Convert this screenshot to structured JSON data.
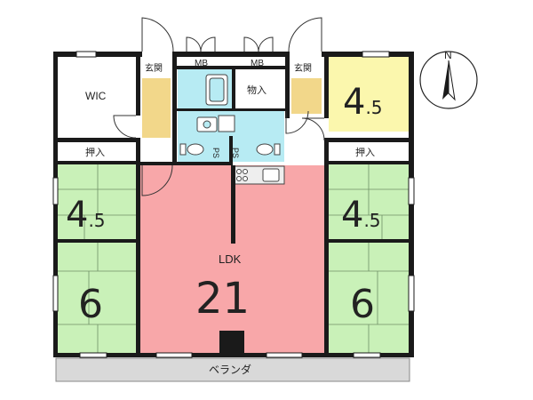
{
  "rooms": {
    "wic": "WIC",
    "genkan_left": "玄関",
    "genkan_right": "玄関",
    "mb_left": "MB",
    "mb_right": "MB",
    "monoire": "物入",
    "oshiire_left": "押入",
    "oshiire_right": "押入",
    "ps_left": "PS",
    "ps_right": "PS",
    "ldk_label": "LDK",
    "ldk_size": "21",
    "room_tl_size_main": "4",
    "room_tl_size_frac": ".5",
    "room_tr_size_main": "4",
    "room_tr_size_frac": ".5",
    "room_ml_size_main": "4",
    "room_ml_size_frac": ".5",
    "room_bl_size": "6",
    "room_br_size": "6",
    "veranda": "ベランダ"
  },
  "compass": {
    "north_label": "N"
  },
  "colors": {
    "ldk": "#f8a7a9",
    "tatami": "#c9f1b8",
    "yellow_room": "#fbf7ad",
    "wet_area": "#b7ebf3",
    "genkan": "#f2d78a",
    "veranda": "#d9d9d9",
    "wall": "#1a1a1a"
  }
}
